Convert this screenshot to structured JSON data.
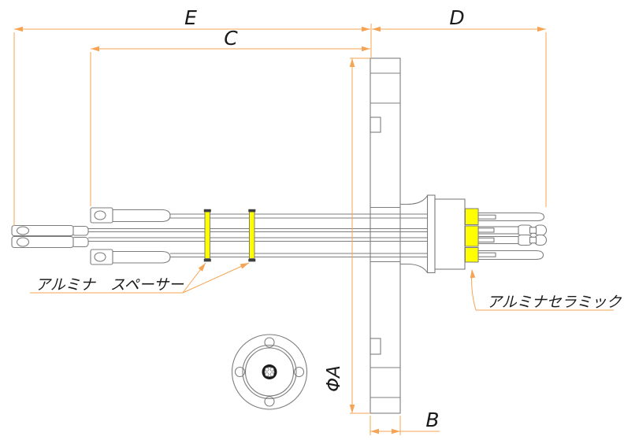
{
  "drawing": {
    "dimensions": {
      "e": "E",
      "c": "C",
      "d": "D",
      "b": "B",
      "phi_a": "ΦA"
    },
    "annotations": {
      "spacer_label": "アルミナ　スペーサー",
      "ceramic_label": "アルミナセラミック"
    },
    "colors": {
      "dimension_line": "#F5A455",
      "outline_gray": "#7D7D7D",
      "ceramic_yellow": "#FFFF00",
      "spacer_end_cap": "#3F3F3F",
      "text_black": "#1A1A1A",
      "background": "#FFFFFF"
    }
  }
}
